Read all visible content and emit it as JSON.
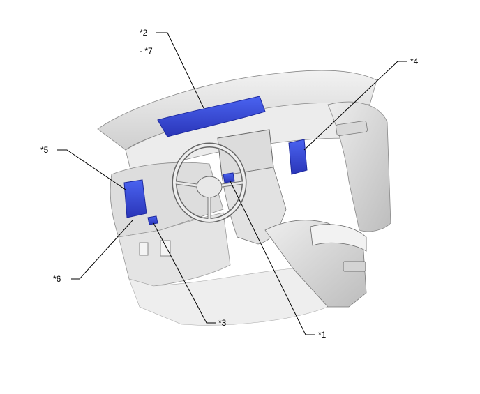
{
  "callouts": {
    "c1": "*1",
    "c2": "*2",
    "c3": "*3",
    "c4": "*4",
    "c5": "*5",
    "c6": "*6",
    "c7": "- *7"
  },
  "colors": {
    "highlight": "#3a4fd6",
    "highlight_dark": "#1e2aa0",
    "body": "#e6e6e6",
    "body_shadow": "#c8c8c8",
    "line": "#000000"
  }
}
